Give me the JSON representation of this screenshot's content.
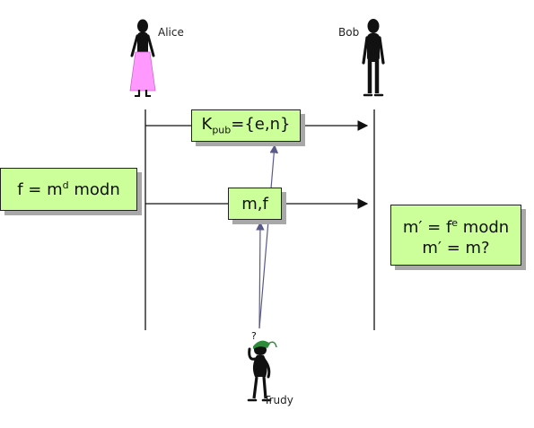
{
  "actors": {
    "alice": "Alice",
    "bob": "Bob",
    "trudy": "Trudy"
  },
  "messages": {
    "key": {
      "k": "K",
      "sub": "pub",
      "rest": "={e,n}"
    },
    "signed": "m,f"
  },
  "signing": {
    "pre": "f = m",
    "sup": "d",
    "post": " modn"
  },
  "verify": {
    "line1_pre": "m′ = f",
    "line1_sup": "e",
    "line1_post": " modn",
    "line2": "m′ = m?"
  },
  "trudy_mark": "?",
  "colors": {
    "box_fill": "#ccff99",
    "box_shadow": "#a8a8a8",
    "skirt": "#ff99ff",
    "hat": "#2e8b3a",
    "arrow_trudy": "#5a5a8a"
  }
}
